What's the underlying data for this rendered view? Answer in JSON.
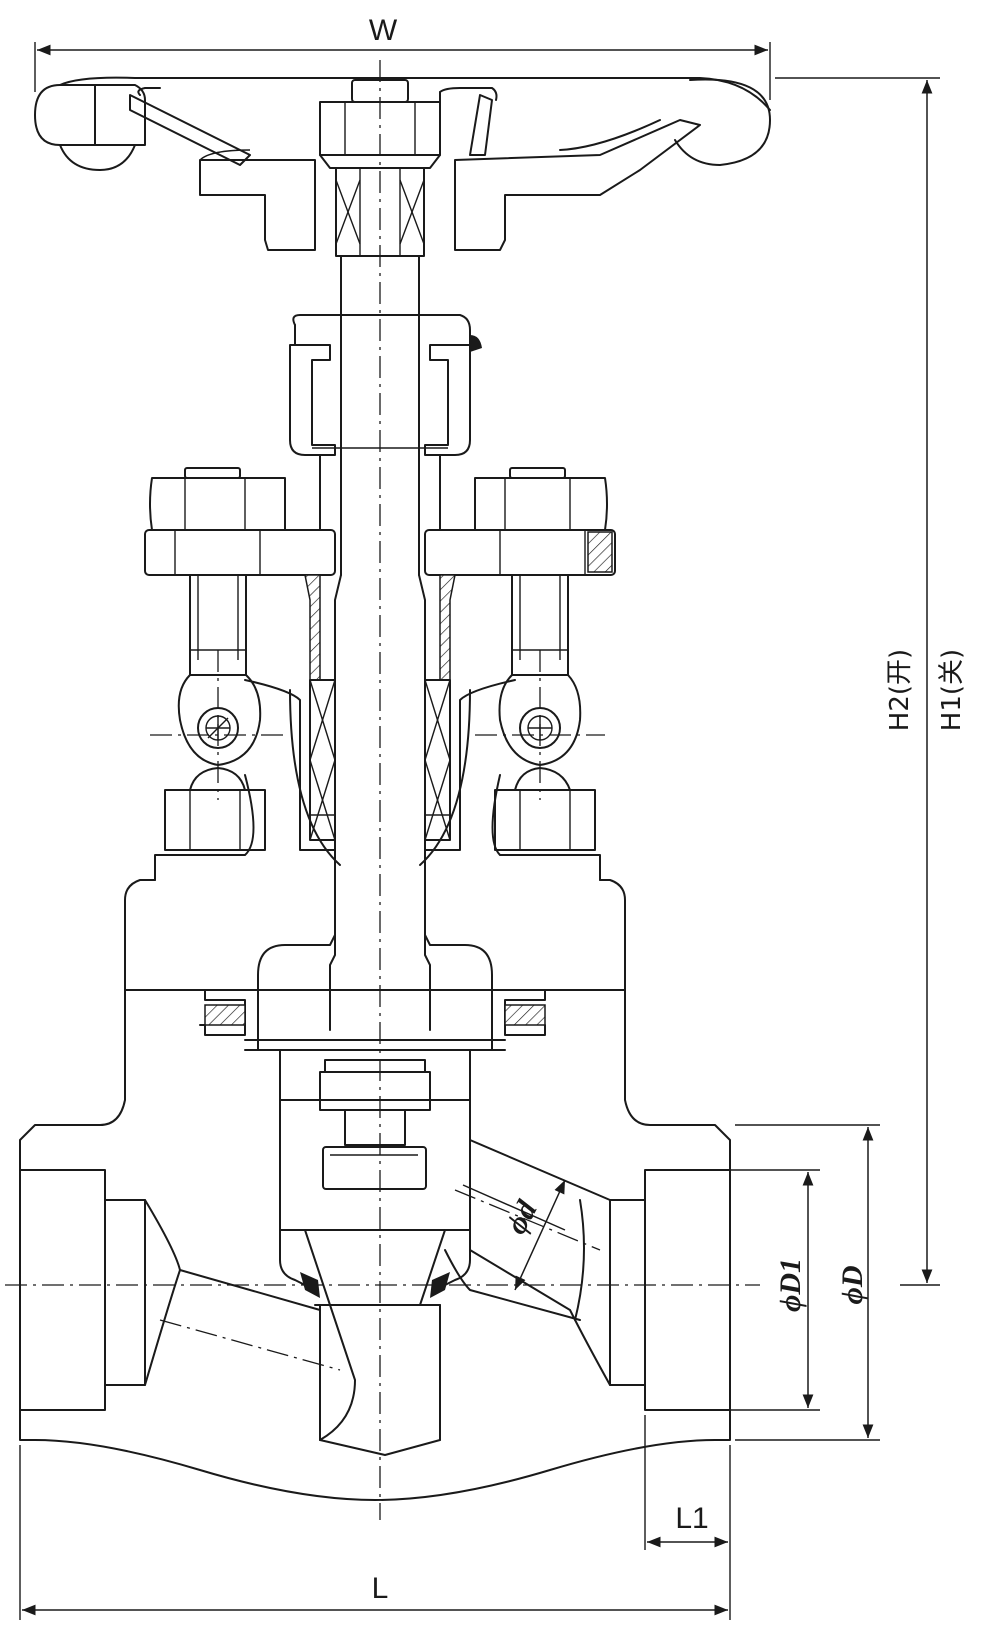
{
  "dimensions": {
    "width_label": "W",
    "length_label": "L",
    "socket_depth_label": "L1",
    "height_open_label": "H2(开)",
    "height_closed_label": "H1(关)",
    "bore_label": "ϕd",
    "socket_bore_label": "ϕD1",
    "outer_diameter_label": "ϕD"
  },
  "colors": {
    "line": "#1a1a1a",
    "background": "#ffffff"
  }
}
